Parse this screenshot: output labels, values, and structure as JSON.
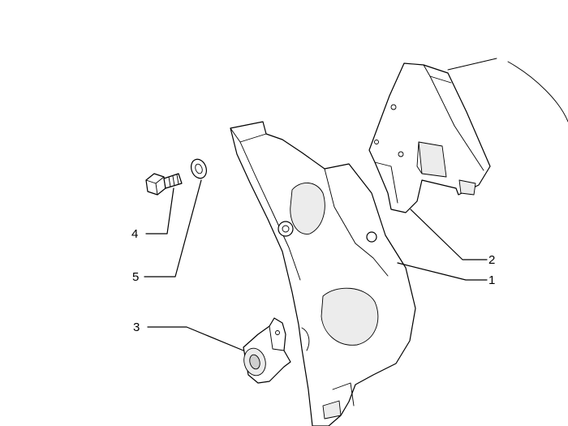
{
  "callouts": [
    {
      "id": "1",
      "label": "1"
    },
    {
      "id": "2",
      "label": "2"
    },
    {
      "id": "3",
      "label": "3"
    },
    {
      "id": "4",
      "label": "4"
    },
    {
      "id": "5",
      "label": "5"
    }
  ],
  "colors": {
    "line": "#000000",
    "background": "#ffffff",
    "shade": "#ececec"
  }
}
